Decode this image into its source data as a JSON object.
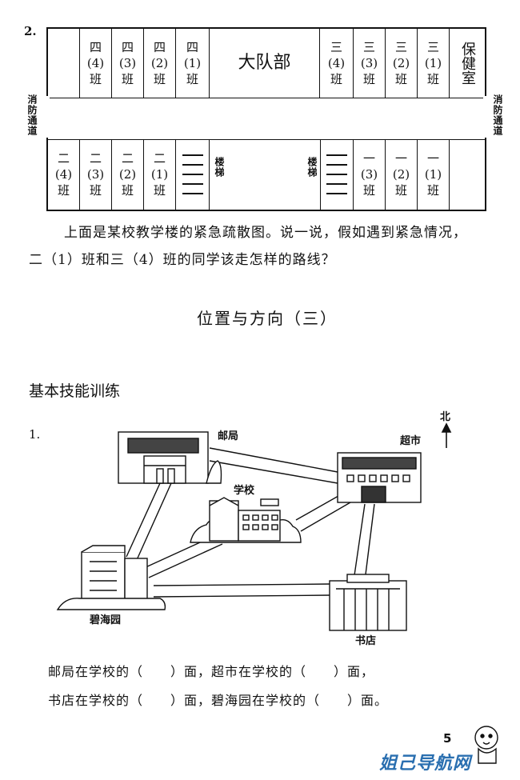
{
  "q2": {
    "number": "2.",
    "top_rooms": [
      {
        "l1": "四",
        "l2": "(4)",
        "l3": "班"
      },
      {
        "l1": "四",
        "l2": "(3)",
        "l3": "班"
      },
      {
        "l1": "四",
        "l2": "(2)",
        "l3": "班"
      },
      {
        "l1": "四",
        "l2": "(1)",
        "l3": "班"
      }
    ],
    "office": "大队部",
    "top_right_rooms": [
      {
        "l1": "三",
        "l2": "(4)",
        "l3": "班"
      },
      {
        "l1": "三",
        "l2": "(3)",
        "l3": "班"
      },
      {
        "l1": "三",
        "l2": "(2)",
        "l3": "班"
      },
      {
        "l1": "三",
        "l2": "(1)",
        "l3": "班"
      }
    ],
    "clinic": "保健室",
    "bottom_left_rooms": [
      {
        "l1": "二",
        "l2": "(4)",
        "l3": "班"
      },
      {
        "l1": "二",
        "l2": "(3)",
        "l3": "班"
      },
      {
        "l1": "二",
        "l2": "(2)",
        "l3": "班"
      },
      {
        "l1": "二",
        "l2": "(1)",
        "l3": "班"
      }
    ],
    "bottom_right_rooms": [
      {
        "l1": "一",
        "l2": "(3)",
        "l3": "班"
      },
      {
        "l1": "一",
        "l2": "(2)",
        "l3": "班"
      },
      {
        "l1": "一",
        "l2": "(1)",
        "l3": "班"
      }
    ],
    "stairs_label": "楼梯",
    "fire_exit": "消防通道",
    "text_line1": "上面是某校教学楼的紧急疏散图。说一说，假如遇到紧急情况，",
    "text_line2": "二（1）班和三（4）班的同学该走怎样的路线？"
  },
  "section_title": "位置与方向（三）",
  "subsection_title": "基本技能训练",
  "q1": {
    "number": "1.",
    "north": "北",
    "places": {
      "post_office": "邮局",
      "supermarket": "超市",
      "school": "学校",
      "bihaiyuan": "碧海园",
      "bookstore": "书店"
    },
    "answer_line1": "邮局在学校的（　　）面，超市在学校的（　　）面，",
    "answer_line2": "书店在学校的（　　）面，碧海园在学校的（　　）面。"
  },
  "page_number": "5",
  "watermark": "姐己导航网"
}
